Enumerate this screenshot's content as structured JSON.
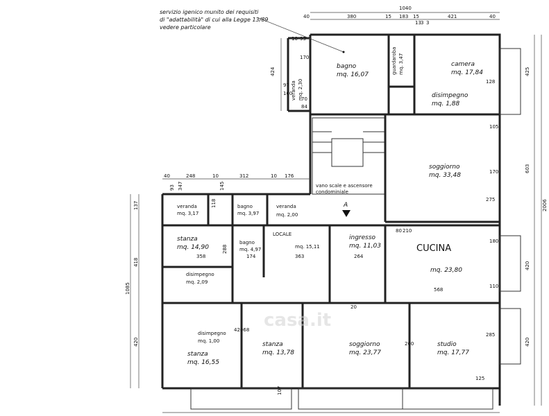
{
  "notes": {
    "line1": "servizio igenico munito dei requisiti",
    "line2": "di \"adattabilità\" di cui alla Legge 13/89",
    "line3": "vedere particolare"
  },
  "rooms": [
    {
      "id": "bagno-top",
      "name": "bagno",
      "area": "mq. 16,07"
    },
    {
      "id": "guardaroba",
      "name": "guardaroba",
      "area": "mq. 3,47"
    },
    {
      "id": "camera",
      "name": "camera",
      "area": "mq. 17,84"
    },
    {
      "id": "disimpegno-top",
      "name": "disimpegno",
      "area": "mq. 1,88"
    },
    {
      "id": "veranda-top",
      "name": "veranda",
      "area": "mq. 2,30"
    },
    {
      "id": "soggiorno-right",
      "name": "soggiorno",
      "area": "mq. 33,48"
    },
    {
      "id": "vano-scale",
      "name": "vano scale e ascensore",
      "area": "condominiale"
    },
    {
      "id": "veranda-1",
      "name": "veranda",
      "area": "mq. 3,17"
    },
    {
      "id": "bagno-mid",
      "name": "bagno",
      "area": "mq. 3,97"
    },
    {
      "id": "veranda-2",
      "name": "veranda",
      "area": "mq. 2,00"
    },
    {
      "id": "stanza-1",
      "name": "stanza",
      "area": "mq. 14,90"
    },
    {
      "id": "bagno-small",
      "name": "bagno",
      "area": "mq. 4,97"
    },
    {
      "id": "locale",
      "name": "LOCALE",
      "area": "mq. 15,11"
    },
    {
      "id": "ingresso",
      "name": "ingresso",
      "area": "mq. 11,03"
    },
    {
      "id": "cucina",
      "name": "CUCINA",
      "area": "mq. 23,80"
    },
    {
      "id": "disimpegno-mid",
      "name": "disimpegno",
      "area": "mq. 2,09"
    },
    {
      "id": "disimpegno-low",
      "name": "disimpegno",
      "area": "mq. 1,00"
    },
    {
      "id": "stanza-2",
      "name": "stanza",
      "area": "mq. 16,55"
    },
    {
      "id": "stanza-3",
      "name": "stanza",
      "area": "mq. 13,78"
    },
    {
      "id": "soggiorno-low",
      "name": "soggiorno",
      "area": "mq. 23,77"
    },
    {
      "id": "studio",
      "name": "studio",
      "area": "mq. 17,77"
    }
  ],
  "section_marker": "A",
  "watermark": "casa.it",
  "dimensions": {
    "top_total": "1040",
    "top_row": [
      "40",
      "380",
      "15",
      "183",
      "15",
      "421",
      "40"
    ],
    "mid_row": [
      "40",
      "248",
      "10",
      "312",
      "10",
      "176"
    ],
    "right_col": [
      "425",
      "603",
      "420",
      "420"
    ],
    "right_total": "2006",
    "left_col": [
      "137",
      "418",
      "1085",
      "420"
    ],
    "inner": [
      "358",
      "174",
      "363",
      "264",
      "568",
      "288"
    ],
    "door_codes": [
      "80",
      "210",
      "170",
      "180",
      "128",
      "275",
      "105",
      "110",
      "125",
      "285",
      "20",
      "200"
    ],
    "left_top": [
      "424",
      "97",
      "160",
      "70",
      "84"
    ],
    "small": [
      "10",
      "93",
      "170",
      "13",
      "3",
      "3",
      "93",
      "347",
      "118",
      "145",
      "42068",
      "107"
    ]
  }
}
